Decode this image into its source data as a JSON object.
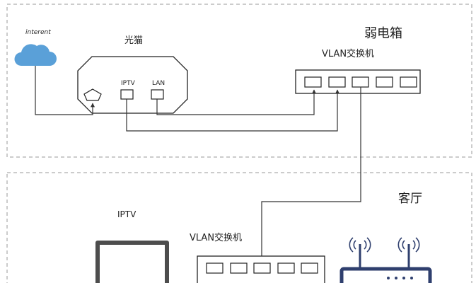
{
  "zones": {
    "weak_box": {
      "title": "弱电箱"
    },
    "living_room": {
      "title": "客厅"
    }
  },
  "devices": {
    "internet": {
      "label": "interent",
      "icon": "cloud-icon"
    },
    "optical_modem": {
      "label": "光猫",
      "ports": {
        "iptv": "IPTV",
        "lan": "LAN"
      }
    },
    "switch_top": {
      "label": "VLAN交换机",
      "port_count": 5
    },
    "switch_bottom": {
      "label": "VLAN交换机",
      "port_count": 5
    },
    "tv": {
      "label": "IPTV",
      "icon": "monitor-icon"
    },
    "router": {
      "icon": "wifi-router-icon"
    }
  },
  "colors": {
    "border_dash": "#9a9a9a",
    "line": "#333333",
    "cloud": "#5aa0d8"
  }
}
